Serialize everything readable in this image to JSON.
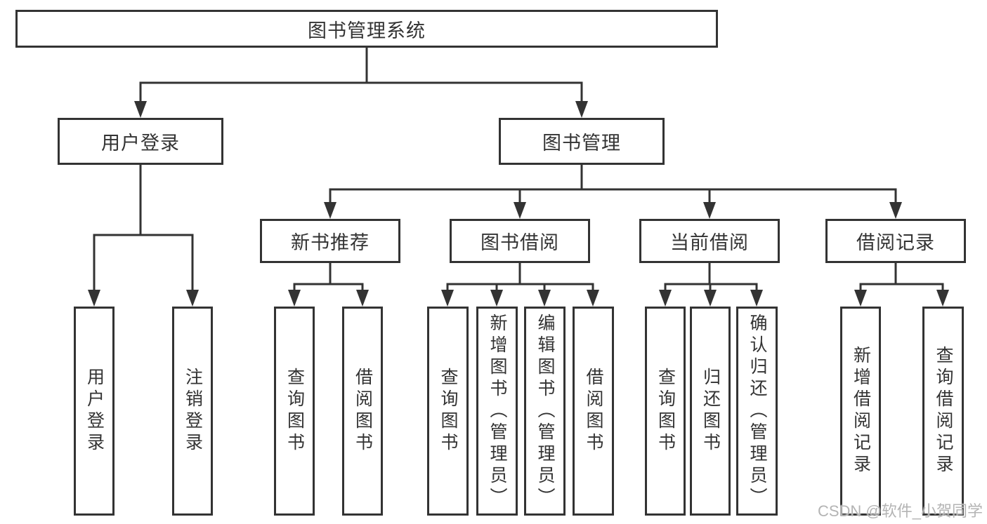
{
  "diagram": {
    "root": {
      "label": "图书管理系统"
    },
    "level2": [
      {
        "label": "用户登录"
      },
      {
        "label": "图书管理"
      }
    ],
    "level3": [
      {
        "label": "新书推荐"
      },
      {
        "label": "图书借阅"
      },
      {
        "label": "当前借阅"
      },
      {
        "label": "借阅记录"
      }
    ],
    "leaves": [
      {
        "parent": "用户登录",
        "label": "用户登录"
      },
      {
        "parent": "用户登录",
        "label": "注销登录"
      },
      {
        "parent": "新书推荐",
        "label": "查询图书"
      },
      {
        "parent": "新书推荐",
        "label": "借阅图书"
      },
      {
        "parent": "图书借阅",
        "label": "查询图书"
      },
      {
        "parent": "图书借阅",
        "label": "新增图书（管理员）"
      },
      {
        "parent": "图书借阅",
        "label": "编辑图书（管理员）"
      },
      {
        "parent": "图书借阅",
        "label": "借阅图书"
      },
      {
        "parent": "当前借阅",
        "label": "查询图书"
      },
      {
        "parent": "当前借阅",
        "label": "归还图书"
      },
      {
        "parent": "当前借阅",
        "label": "确认归还（管理员）"
      },
      {
        "parent": "借阅记录",
        "label": "新增借阅记录"
      },
      {
        "parent": "借阅记录",
        "label": "查询借阅记录"
      }
    ],
    "colors": {
      "line": "#333333",
      "text": "#333333",
      "background": "#ffffff",
      "watermark": "#b4b4b4"
    }
  },
  "watermark": {
    "text": "CSDN @软件_小贺同学"
  }
}
